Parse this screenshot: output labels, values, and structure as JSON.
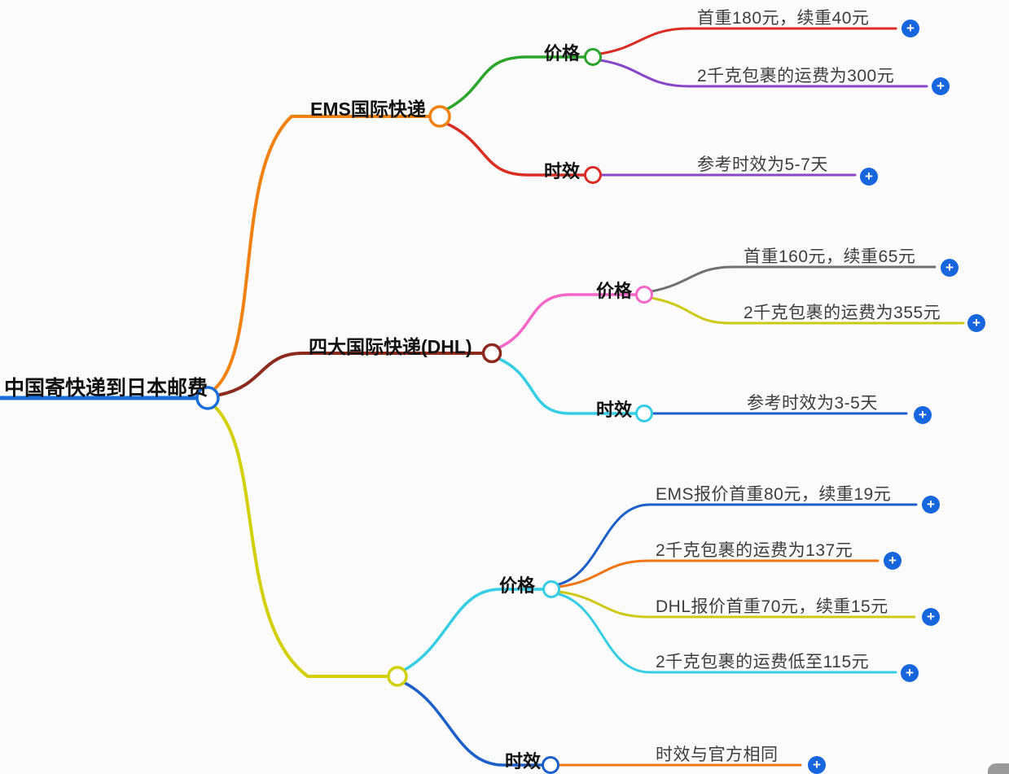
{
  "root": {
    "label": "中国寄快递到日本邮费"
  },
  "branches": [
    {
      "label": "EMS国际快递",
      "children": [
        {
          "label": "价格",
          "leaves": [
            "首重180元，续重40元",
            "2千克包裹的运费为300元"
          ]
        },
        {
          "label": "时效",
          "leaves": [
            "参考时效为5-7天"
          ]
        }
      ]
    },
    {
      "label": "四大国际快递(DHL)",
      "children": [
        {
          "label": "价格",
          "leaves": [
            "首重160元，续重65元",
            "2千克包裹的运费为355元"
          ]
        },
        {
          "label": "时效",
          "leaves": [
            "参考时效为3-5天"
          ]
        }
      ]
    },
    {
      "label": "",
      "children": [
        {
          "label": "价格",
          "leaves": [
            "EMS报价首重80元，续重19元",
            "2千克包裹的运费为137元",
            "DHL报价首重70元，续重15元",
            "2千克包裹的运费低至115元"
          ]
        },
        {
          "label": "时效",
          "leaves": [
            "时效与官方相同"
          ]
        }
      ]
    }
  ],
  "icons": {
    "plus": "+"
  },
  "colors": {
    "root_blue": "#1a6ed8",
    "plus_button_blue": "#1766dd",
    "ems_orange": "#f0800f",
    "price_green": "#2aa42a",
    "time_red": "#da2c22",
    "leaf_purple": "#8a46c8",
    "dhl_maroon": "#8c2a1d",
    "price_pink": "#f466c8",
    "leaf_gray": "#707070",
    "leaf_yellow": "#cdc916",
    "cyan": "#35cde4",
    "blue": "#1d5fc8",
    "leaf_orange": "#f0740f",
    "branch_yellow": "#d2cf04",
    "text_dark": "#3d3d3d"
  }
}
